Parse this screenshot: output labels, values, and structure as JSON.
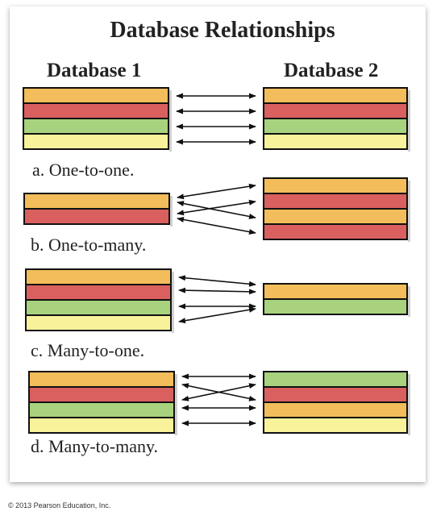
{
  "title": "Database Relationships",
  "column_headers": {
    "db1": "Database 1",
    "db2": "Database 2"
  },
  "captions": {
    "a": "a. One-to-one.",
    "b": "b. One-to-many.",
    "c": "c. Many-to-one.",
    "d": "d. Many-to-many."
  },
  "copyright": "© 2013 Pearson Education, Inc.",
  "colors": {
    "orange": "#f2bd5a",
    "red": "#d9605f",
    "green": "#a8d27d",
    "yellow": "#f8f29a",
    "outline": "#111111",
    "arrow": "#111111"
  },
  "diagrams": [
    {
      "id": "a",
      "left": [
        "orange",
        "red",
        "green",
        "yellow"
      ],
      "right": [
        "orange",
        "red",
        "green",
        "yellow"
      ]
    },
    {
      "id": "b",
      "left": [
        "orange",
        "red"
      ],
      "right": [
        "orange",
        "red",
        "orange",
        "red"
      ]
    },
    {
      "id": "c",
      "left": [
        "orange",
        "red",
        "green",
        "yellow"
      ],
      "right": [
        "orange",
        "green"
      ]
    },
    {
      "id": "d",
      "left": [
        "orange",
        "red",
        "green",
        "yellow"
      ],
      "right": [
        "green",
        "red",
        "orange",
        "yellow"
      ]
    }
  ]
}
